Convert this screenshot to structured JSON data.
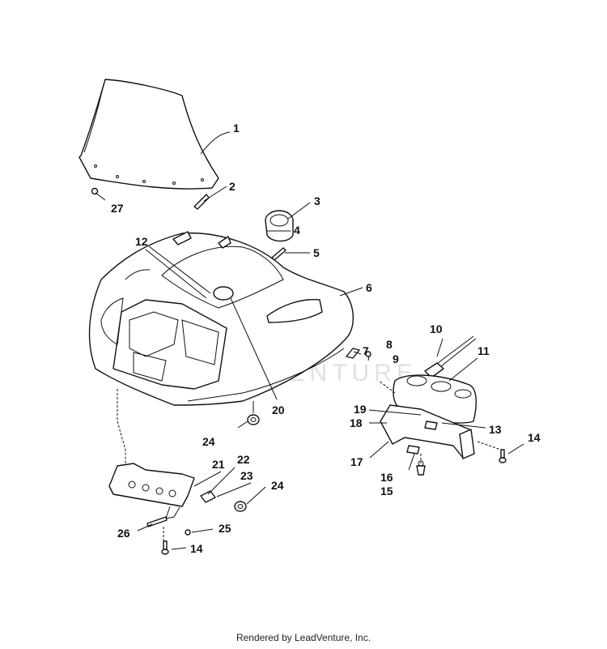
{
  "watermark": {
    "text": "LEADVENTURE"
  },
  "callouts": [
    {
      "id": "c1",
      "label": "1"
    },
    {
      "id": "c2",
      "label": "2"
    },
    {
      "id": "c3",
      "label": "3"
    },
    {
      "id": "c4",
      "label": "4"
    },
    {
      "id": "c5",
      "label": "5"
    },
    {
      "id": "c6",
      "label": "6"
    },
    {
      "id": "c7",
      "label": "7"
    },
    {
      "id": "c8",
      "label": "8"
    },
    {
      "id": "c9",
      "label": "9"
    },
    {
      "id": "c10",
      "label": "10"
    },
    {
      "id": "c11",
      "label": "11"
    },
    {
      "id": "c12",
      "label": "12"
    },
    {
      "id": "c13",
      "label": "13"
    },
    {
      "id": "c14a",
      "label": "14"
    },
    {
      "id": "c14b",
      "label": "14"
    },
    {
      "id": "c15",
      "label": "15"
    },
    {
      "id": "c16",
      "label": "16"
    },
    {
      "id": "c17",
      "label": "17"
    },
    {
      "id": "c18",
      "label": "18"
    },
    {
      "id": "c19",
      "label": "19"
    },
    {
      "id": "c20",
      "label": "20"
    },
    {
      "id": "c21",
      "label": "21"
    },
    {
      "id": "c22",
      "label": "22"
    },
    {
      "id": "c23",
      "label": "23"
    },
    {
      "id": "c24a",
      "label": "24"
    },
    {
      "id": "c24b",
      "label": "24"
    },
    {
      "id": "c25",
      "label": "25"
    },
    {
      "id": "c26",
      "label": "26"
    },
    {
      "id": "c27",
      "label": "27"
    }
  ],
  "footer": {
    "text": "Rendered by LeadVenture, Inc."
  }
}
